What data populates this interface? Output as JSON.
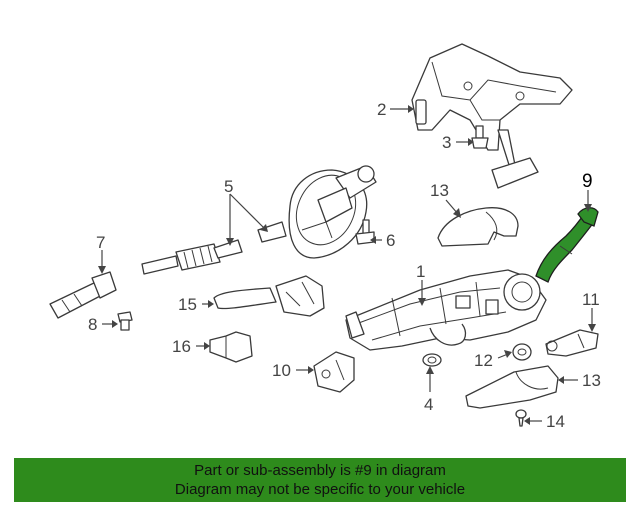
{
  "diagram": {
    "callouts": [
      {
        "number": "1"
      },
      {
        "number": "2"
      },
      {
        "number": "3"
      },
      {
        "number": "4"
      },
      {
        "number": "5"
      },
      {
        "number": "6"
      },
      {
        "number": "7"
      },
      {
        "number": "8"
      },
      {
        "number": "9"
      },
      {
        "number": "10"
      },
      {
        "number": "11"
      },
      {
        "number": "12"
      },
      {
        "number": "13"
      },
      {
        "number": "13"
      },
      {
        "number": "14"
      },
      {
        "number": "15"
      },
      {
        "number": "16"
      }
    ],
    "highlight_color": "#2f8f2a"
  },
  "banner": {
    "line1": "Part or sub-assembly is #9 in diagram",
    "line2": "Diagram may not be specific to your vehicle",
    "background": "#2e8b1c"
  }
}
